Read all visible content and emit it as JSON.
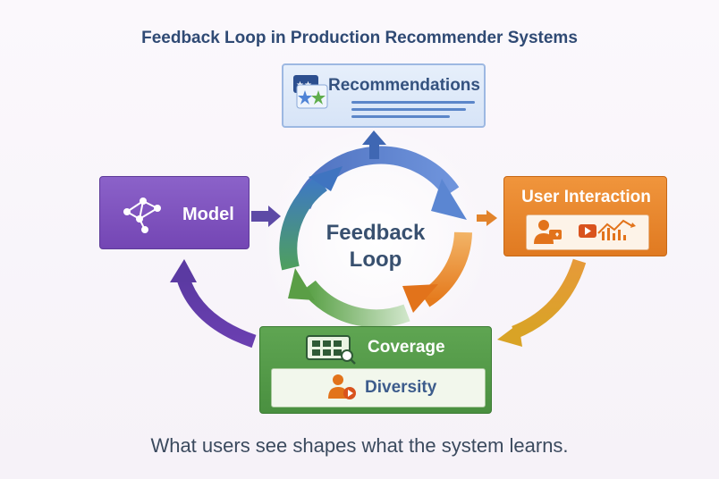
{
  "title": "Feedback Loop in Production Recommender Systems",
  "center": {
    "line1": "Feedback",
    "line2": "Loop"
  },
  "nodes": {
    "recommendations": "Recommendations",
    "model": "Model",
    "user_interaction": "User Interaction",
    "coverage": "Coverage",
    "diversity": "Diversity"
  },
  "caption": "What users see shapes what the system learns.",
  "colors": {
    "recommendations": "#d7e4f7",
    "model": "#7a4fba",
    "user_interaction": "#e8842c",
    "coverage": "#4f9445",
    "title": "#2f4a74"
  }
}
